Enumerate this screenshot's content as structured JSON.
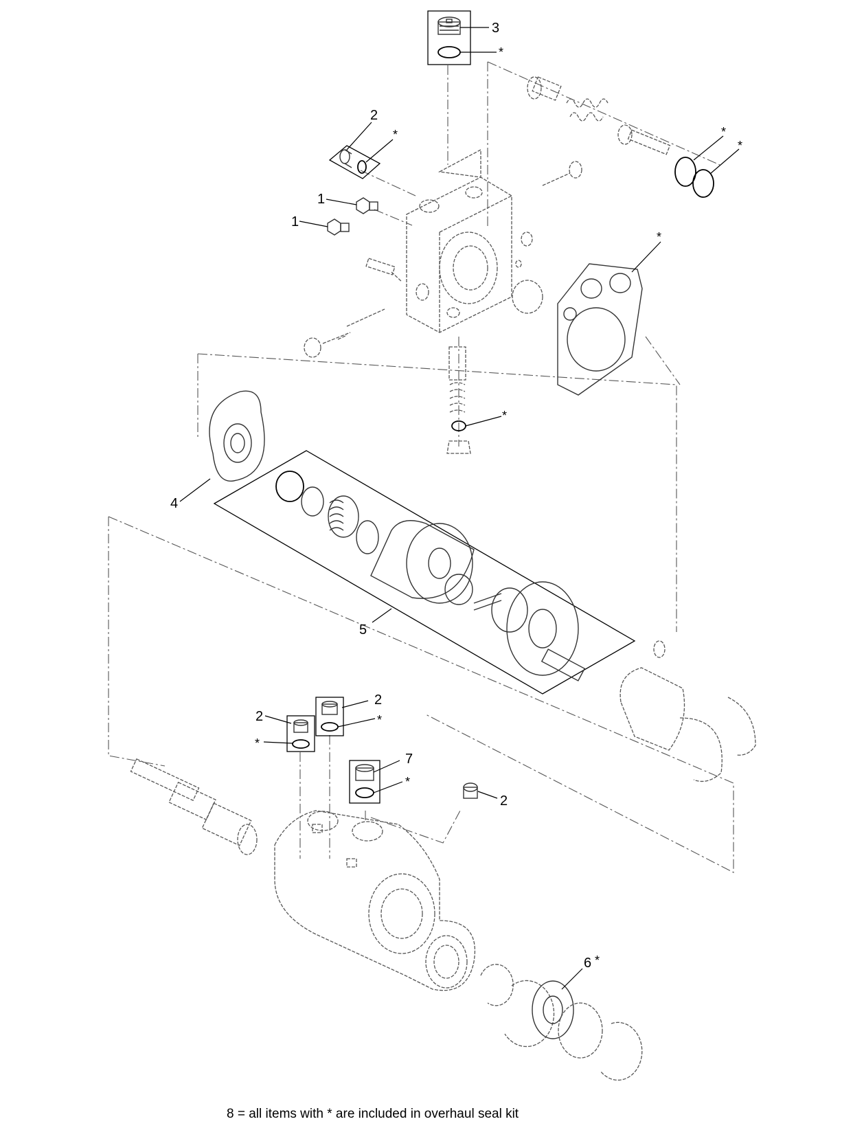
{
  "callouts": {
    "c3": "3",
    "c3_star": "*",
    "c2_top": "2",
    "c2_top_star": "*",
    "c1_a": "1",
    "c1_b": "1",
    "rod_star_a": "*",
    "rod_star_b": "*",
    "gasket_star": "*",
    "spool_star": "*",
    "c4": "4",
    "c5": "5",
    "c2_mid_a": "2",
    "c2_mid_a_star": "*",
    "c2_mid_b": "2",
    "c2_mid_b_star": "*",
    "c7": "7",
    "c7_star": "*",
    "c2_right": "2",
    "c6": "6",
    "c6_star": "*"
  },
  "footer_note": "8 = all items with * are included in overhaul seal kit"
}
